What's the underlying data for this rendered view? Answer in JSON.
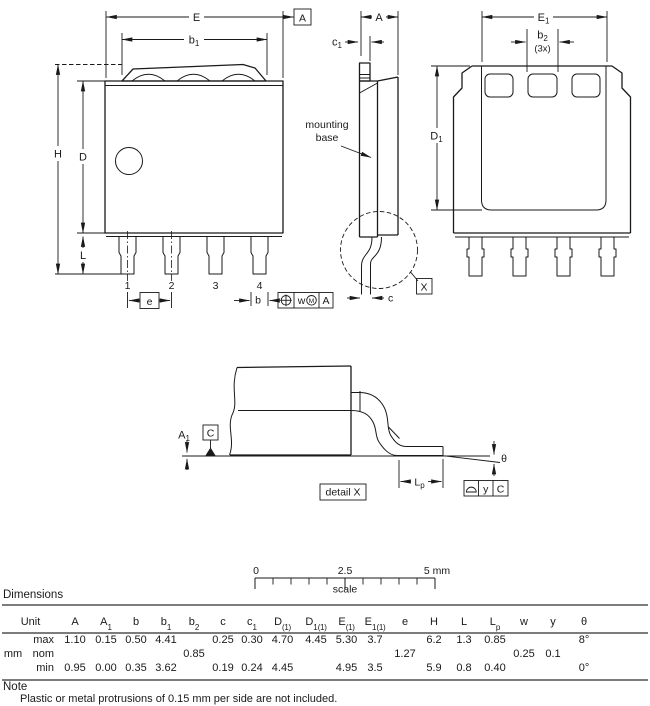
{
  "dwg": {
    "front": {
      "E": "E",
      "datumA": "A",
      "b1": {
        "b": "b",
        "s": "1"
      },
      "H": "H",
      "D": "D",
      "L": "L",
      "pins": [
        "1",
        "2",
        "3",
        "4"
      ],
      "e": "e",
      "b": "b",
      "fcf": {
        "sym": "position-symbol",
        "tol": "w",
        "mod": "M",
        "datum": "A"
      }
    },
    "side": {
      "A": "A",
      "c1": {
        "b": "c",
        "s": "1"
      },
      "mounting": "mounting",
      "base": "base",
      "c": "c",
      "X": "X"
    },
    "back": {
      "E1": {
        "b": "E",
        "s": "1"
      },
      "b2": {
        "b": "b",
        "s": "2"
      },
      "b2n": "(3x)",
      "D1": {
        "b": "D",
        "s": "1"
      }
    },
    "detail": {
      "A1": {
        "b": "A",
        "s": "1"
      },
      "C": "C",
      "caption": "detail X",
      "Lp": {
        "b": "L",
        "s": "p"
      },
      "theta": "θ",
      "fcf": {
        "sym": "profile-of-surface-symbol",
        "tol": "y",
        "datum": "C"
      }
    },
    "scale": {
      "t0": "0",
      "t1": "2.5",
      "t2": "5 mm",
      "label": "scale"
    }
  },
  "table": {
    "title": "Dimensions",
    "unit_header": "Unit",
    "unit": "mm",
    "row_labels": [
      "max",
      "nom",
      "min"
    ],
    "columns": [
      {
        "t": "A"
      },
      {
        "t": "A",
        "sub": "1"
      },
      {
        "t": "b"
      },
      {
        "t": "b",
        "sub": "1"
      },
      {
        "t": "b",
        "sub": "2"
      },
      {
        "t": "c"
      },
      {
        "t": "c",
        "sub": "1"
      },
      {
        "t": "D",
        "sup": "(1)"
      },
      {
        "t": "D",
        "sub": "1",
        "sup": "(1)"
      },
      {
        "t": "E",
        "sup": "(1)"
      },
      {
        "t": "E",
        "sub": "1",
        "sup": "(1)"
      },
      {
        "t": "e"
      },
      {
        "t": "H"
      },
      {
        "t": "L"
      },
      {
        "t": "L",
        "sub": "p"
      },
      {
        "t": "w"
      },
      {
        "t": "y"
      },
      {
        "t": "θ"
      }
    ],
    "rows": {
      "max": [
        "1.10",
        "0.15",
        "0.50",
        "4.41",
        "",
        "0.25",
        "0.30",
        "4.70",
        "4.45",
        "5.30",
        "3.7",
        "",
        "6.2",
        "1.3",
        "0.85",
        "",
        "",
        "8°"
      ],
      "nom": [
        "",
        "",
        "",
        "",
        "0.85",
        "",
        "",
        "",
        "",
        "",
        "",
        "1.27",
        "",
        "",
        "",
        "0.25",
        "0.1",
        ""
      ],
      "min": [
        "0.95",
        "0.00",
        "0.35",
        "3.62",
        "",
        "0.19",
        "0.24",
        "4.45",
        "",
        "4.95",
        "3.5",
        "",
        "5.9",
        "0.8",
        "0.40",
        "",
        "",
        "0°"
      ]
    }
  },
  "note": {
    "title": "Note",
    "text": "Plastic or metal protrusions of 0.15 mm per side are not included."
  }
}
